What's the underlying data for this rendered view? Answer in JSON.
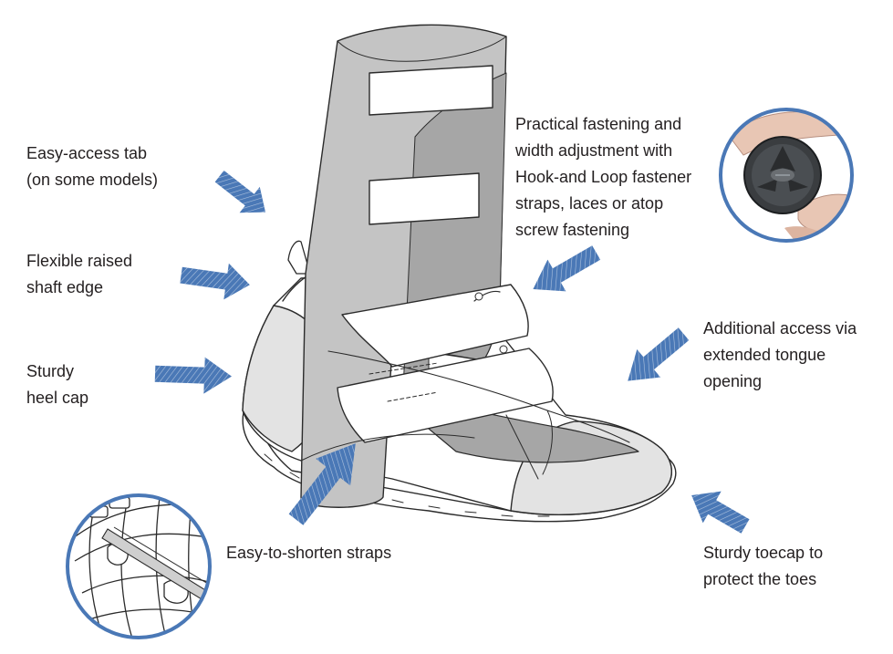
{
  "labels": {
    "easy_access_tab": [
      "Easy-access tab",
      "(on some models)"
    ],
    "flexible_shaft": [
      "Flexible raised",
      "shaft edge"
    ],
    "heel_cap": [
      "Sturdy",
      "heel cap"
    ],
    "fastening": [
      "Practical fastening and",
      "width adjustment with",
      "Hook-and Loop fastener",
      "straps, laces or atop",
      "screw fastening"
    ],
    "tongue": [
      "Additional access via",
      "extended tongue",
      "opening"
    ],
    "straps": [
      "Easy-to-shorten straps"
    ],
    "toecap": [
      "Sturdy toecap to",
      "protect the toes"
    ]
  },
  "colors": {
    "arrow": "#4a78b6",
    "circle_border": "#4a78b6",
    "shaft_fill": "#c4c4c4",
    "shaft_dark": "#a6a6a6",
    "panel_light": "#e3e3e3",
    "outline": "#2b2b2b"
  },
  "icons": {
    "fastener_detail": "atop-dial-knob-icon",
    "strap_detail": "scissors-cutting-strap-icon"
  }
}
